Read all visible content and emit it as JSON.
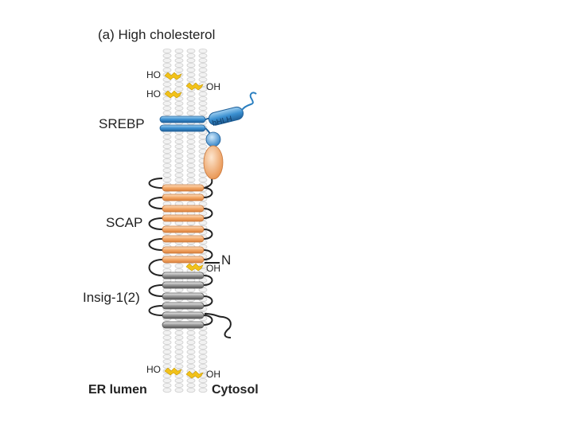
{
  "title": "(a) High cholesterol",
  "labels": {
    "srebp": "SREBP",
    "scap": "SCAP",
    "insig": "Insig-1(2)",
    "er_lumen": "ER lumen",
    "cytosol": "Cytosol",
    "bhlh": "bHLH",
    "n_terminus": "N"
  },
  "sterol_labels": {
    "ho_top_1": "HO",
    "ho_top_2": "HO",
    "oh_top": "OH",
    "oh_scap": "OH",
    "ho_bottom": "HO",
    "oh_bottom": "OH"
  },
  "colors": {
    "srebp_blue": "#3a8fd0",
    "scap_orange": "#f3a868",
    "insig_gray": "#9a9a9a",
    "sterol_yellow": "#f2c21a",
    "membrane_gray": "#cfcfcf"
  }
}
